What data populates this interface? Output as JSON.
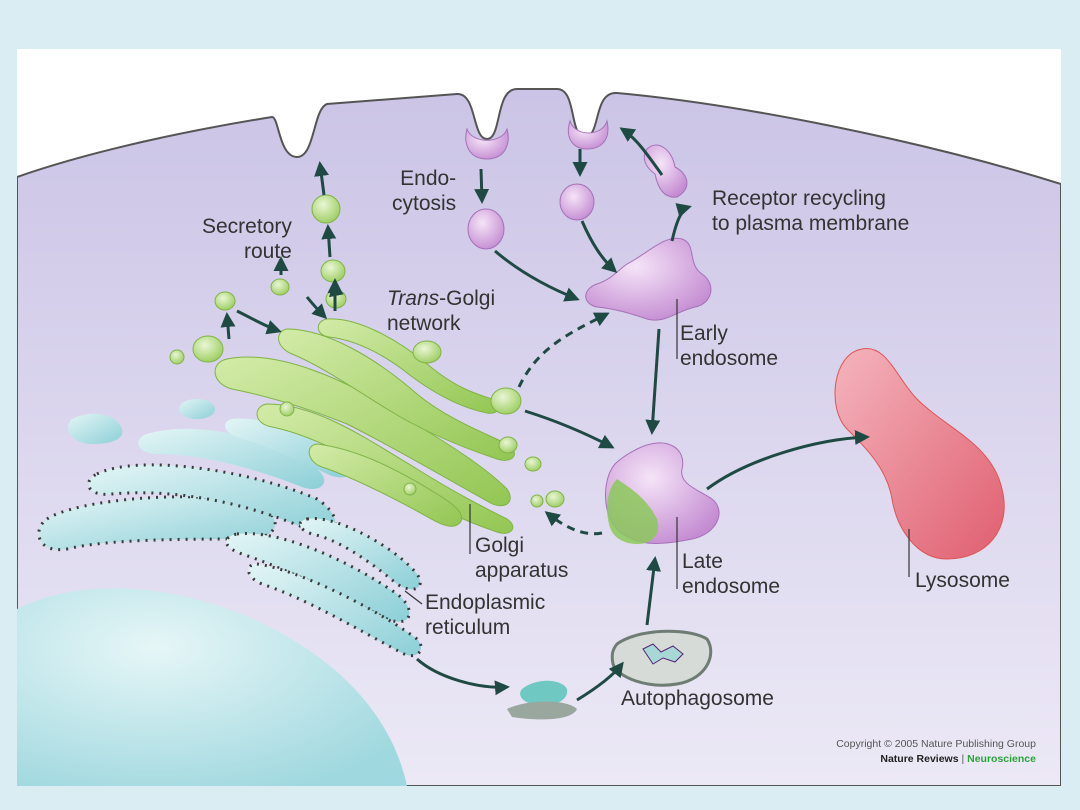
{
  "labels": {
    "endocytosis": "Endo-\ncytosis",
    "receptor_recycling": "Receptor recycling\nto plasma membrane",
    "secretory_route": "Secretory\nroute",
    "trans_golgi_italic": "Trans",
    "trans_golgi_rest": "-Golgi\nnetwork",
    "early_endosome": "Early\nendosome",
    "golgi_apparatus": "Golgi\napparatus",
    "late_endosome": "Late\nendosome",
    "lysosome": "Lysosome",
    "endoplasmic_reticulum": "Endoplasmic\nreticulum",
    "autophagosome": "Autophagosome"
  },
  "copyright": {
    "line1": "Copyright © 2005 Nature Publishing Group",
    "journal": "Nature Reviews",
    "separator": " | ",
    "section": "Neuroscience"
  },
  "colors": {
    "background": "#d9edf2",
    "cytoplasm": "#d6d0ec",
    "golgi": "#a8d46a",
    "er": "#a6dbe1",
    "endosome": "#cc99d6",
    "lysosome": "#e6727f",
    "arrow": "#1f4a44"
  }
}
